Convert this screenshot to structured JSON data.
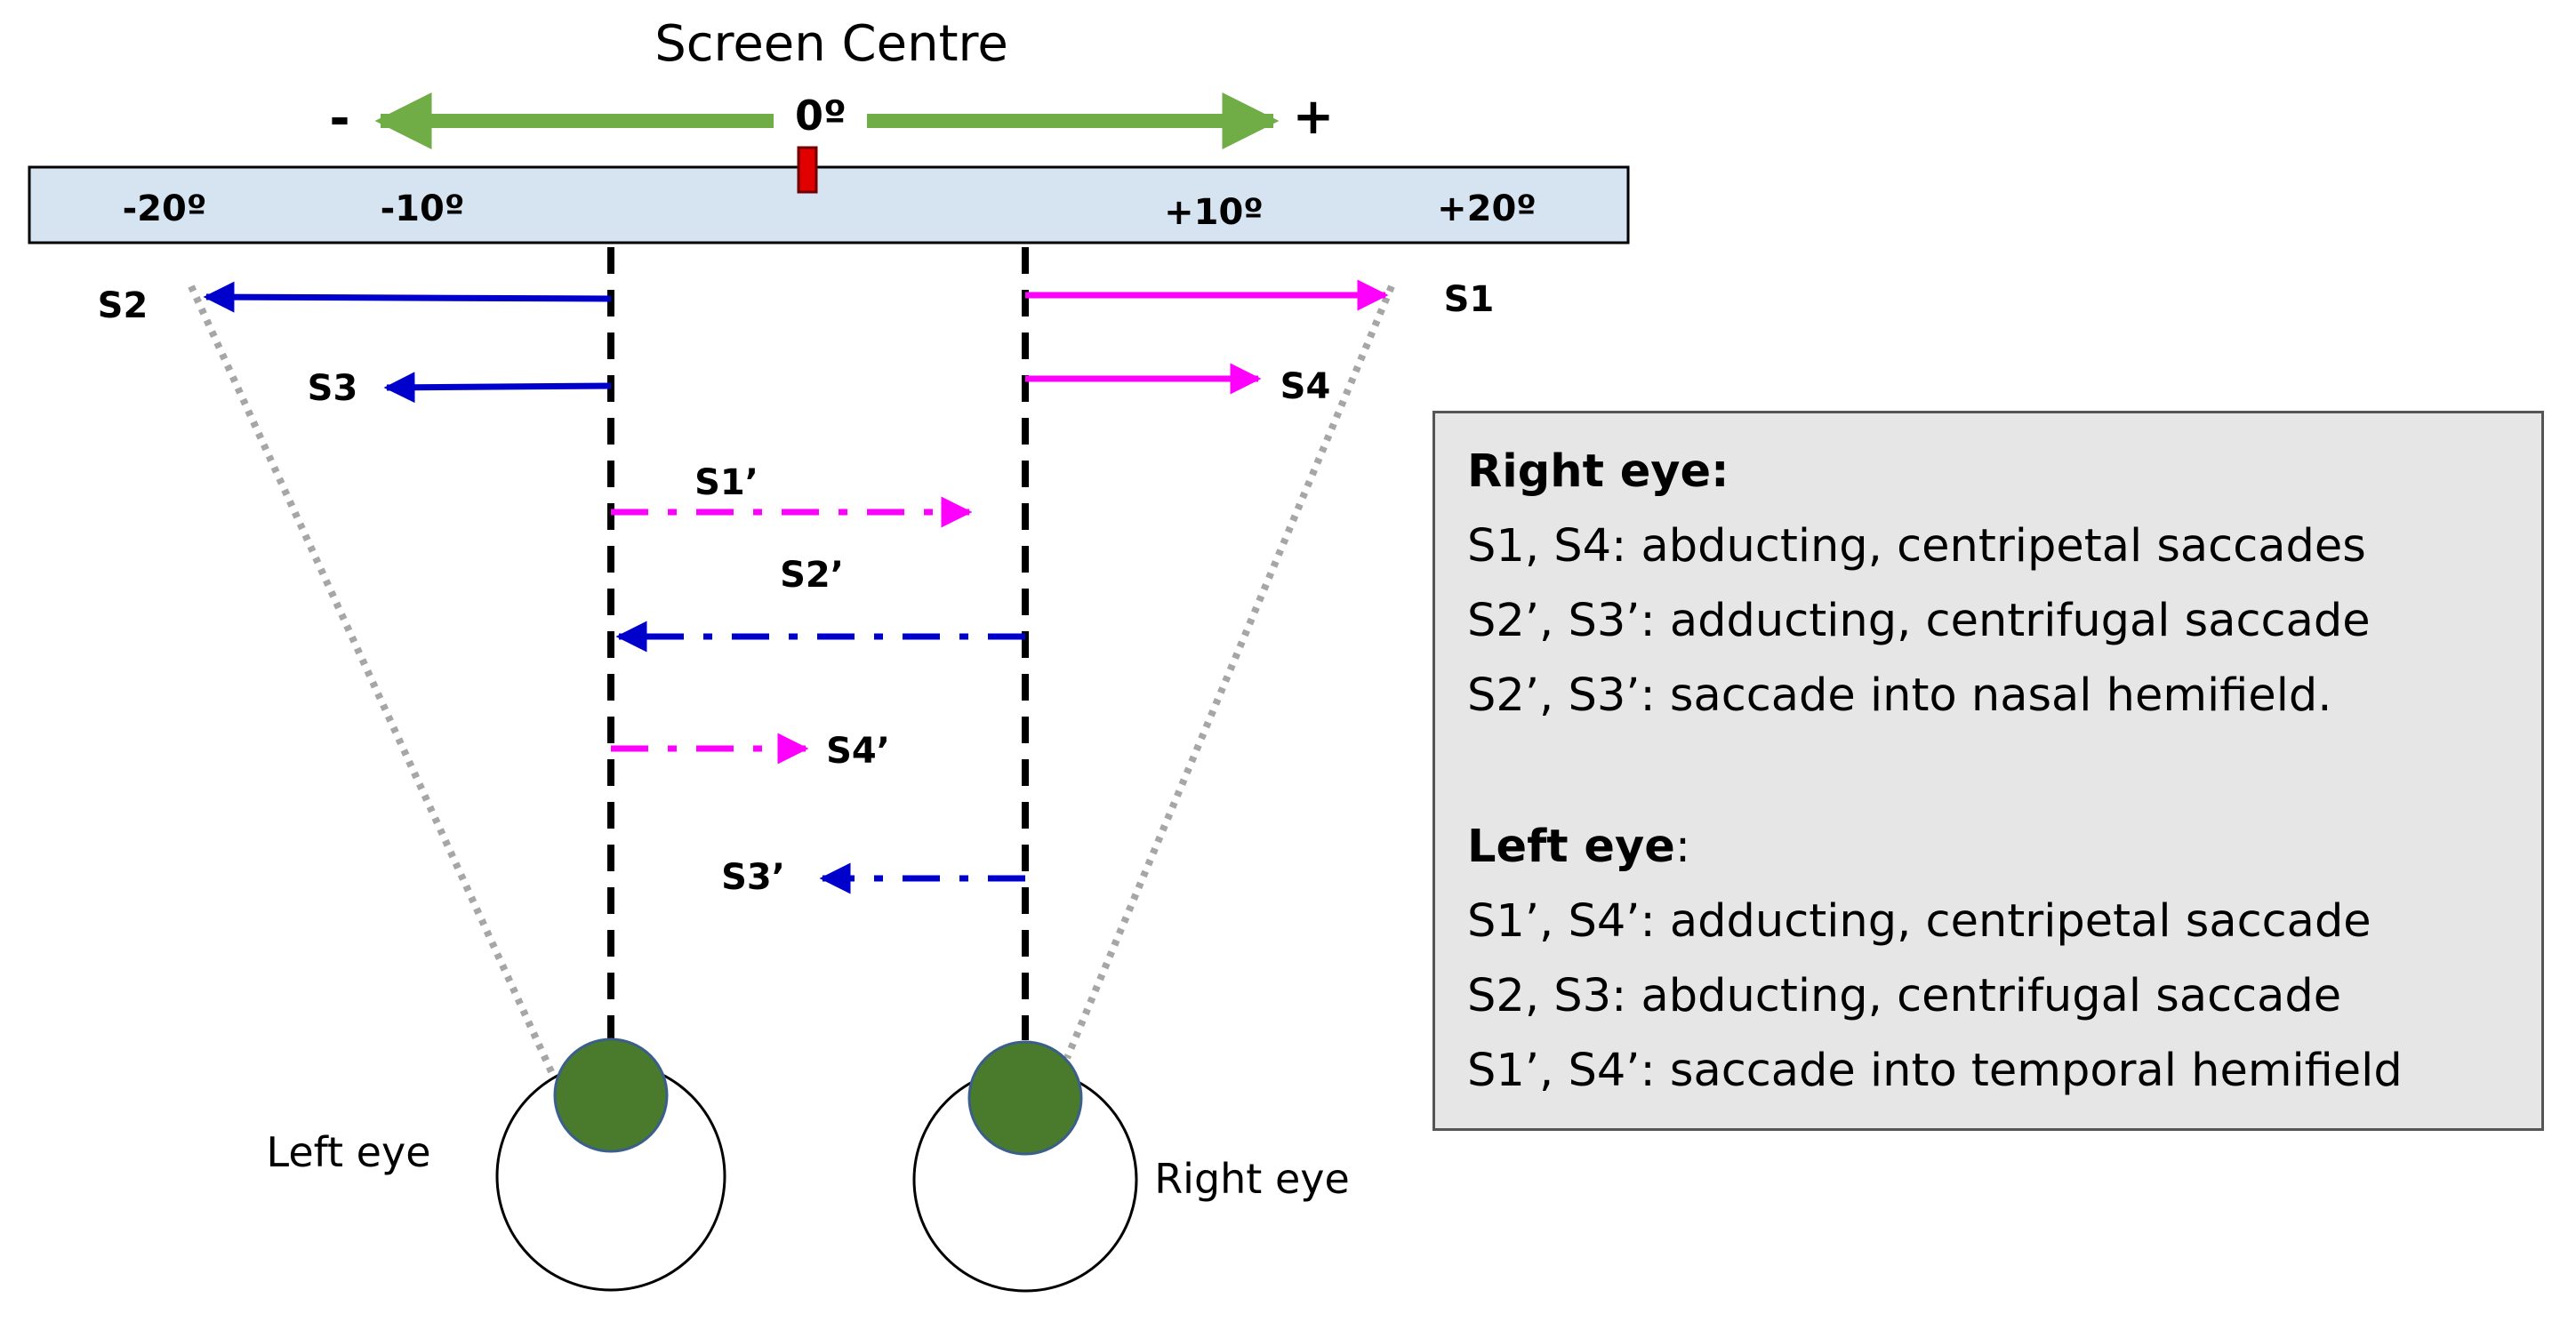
{
  "header": {
    "title": "Screen Centre",
    "zero_label": "0º",
    "minus": "-",
    "plus": "+"
  },
  "screen": {
    "ticks": [
      {
        "id": "neg20",
        "label": "-20º"
      },
      {
        "id": "neg10",
        "label": "-10º"
      },
      {
        "id": "pos10",
        "label": "+10º"
      },
      {
        "id": "pos20",
        "label": "+20º"
      }
    ]
  },
  "saccades": {
    "s1": "S1",
    "s2": "S2",
    "s3": "S3",
    "s4": "S4",
    "s1p": "S1’",
    "s2p": "S2’",
    "s3p": "S3’",
    "s4p": "S4’"
  },
  "eyes": {
    "left": "Left eye",
    "right": "Right eye"
  },
  "info": {
    "right_heading": "Right eye:",
    "right_lines": [
      "S1, S4: abducting, centripetal saccades",
      "S2’, S3’: adducting, centrifugal saccade",
      "S2’, S3’: saccade into nasal hemifield."
    ],
    "left_heading": "Left eye",
    "left_colon": ":",
    "left_lines": [
      "S1’, S4’: adducting, centripetal saccade",
      "S2, S3: abducting, centrifugal saccade",
      "S1’, S4’: saccade into temporal hemifield"
    ]
  },
  "colors": {
    "green": "#70ad47",
    "blue": "#0000cc",
    "magenta": "#ff00ff",
    "screen": "#d6e4f2",
    "eye": "#4a7a2c",
    "marker": "#e00000"
  }
}
